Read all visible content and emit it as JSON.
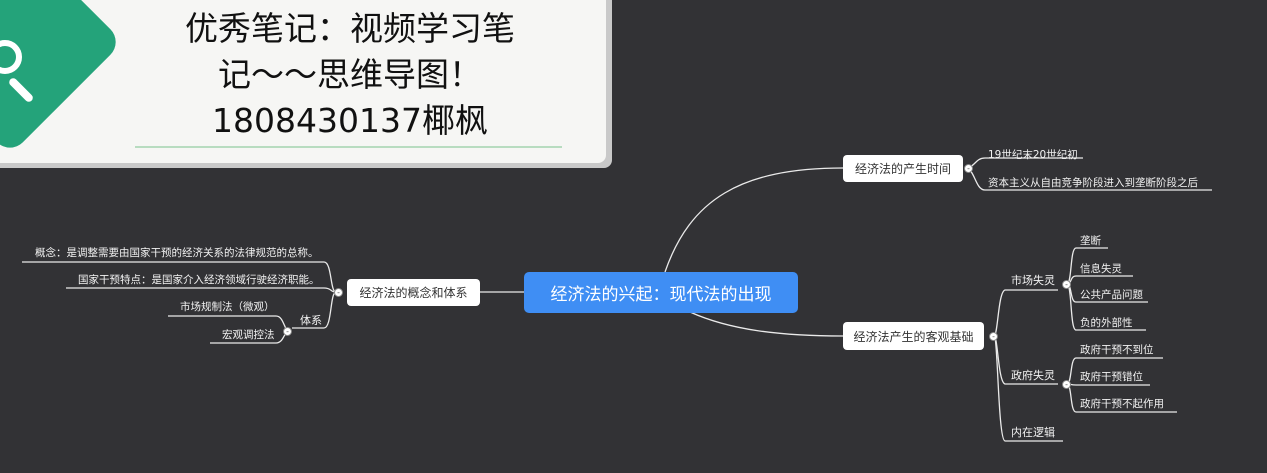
{
  "banner": {
    "line1": "优秀笔记：视频学习笔",
    "line2": "记～～思维导图！",
    "line3": "1808430137椰枫"
  },
  "mindmap": {
    "root": "经济法的兴起：现代法的出现",
    "time": {
      "label": "经济法的产生时间",
      "items": [
        "19世纪末20世纪初",
        "资本主义从自由竞争阶段进入到垄断阶段之后"
      ]
    },
    "basis": {
      "label": "经济法产生的客观基础",
      "market_failure": {
        "label": "市场失灵",
        "items": [
          "垄断",
          "信息失灵",
          "公共产品问题",
          "负的外部性"
        ]
      },
      "government_failure": {
        "label": "政府失灵",
        "items": [
          "政府干预不到位",
          "政府干预错位",
          "政府干预不起作用"
        ]
      },
      "inner_logic": "内在逻辑"
    },
    "concept": {
      "label": "经济法的概念和体系",
      "definition": "概念：是调整需要由国家干预的经济关系的法律规范的总称。",
      "feature": "国家干预特点：是国家介入经济领域行驶经济职能。",
      "system": {
        "label": "体系",
        "items": [
          "市场规制法（微观）",
          "宏观调控法"
        ]
      }
    }
  },
  "colors": {
    "background": "#323235",
    "root": "#3f8ef4",
    "banner_logo": "#24a37a"
  }
}
